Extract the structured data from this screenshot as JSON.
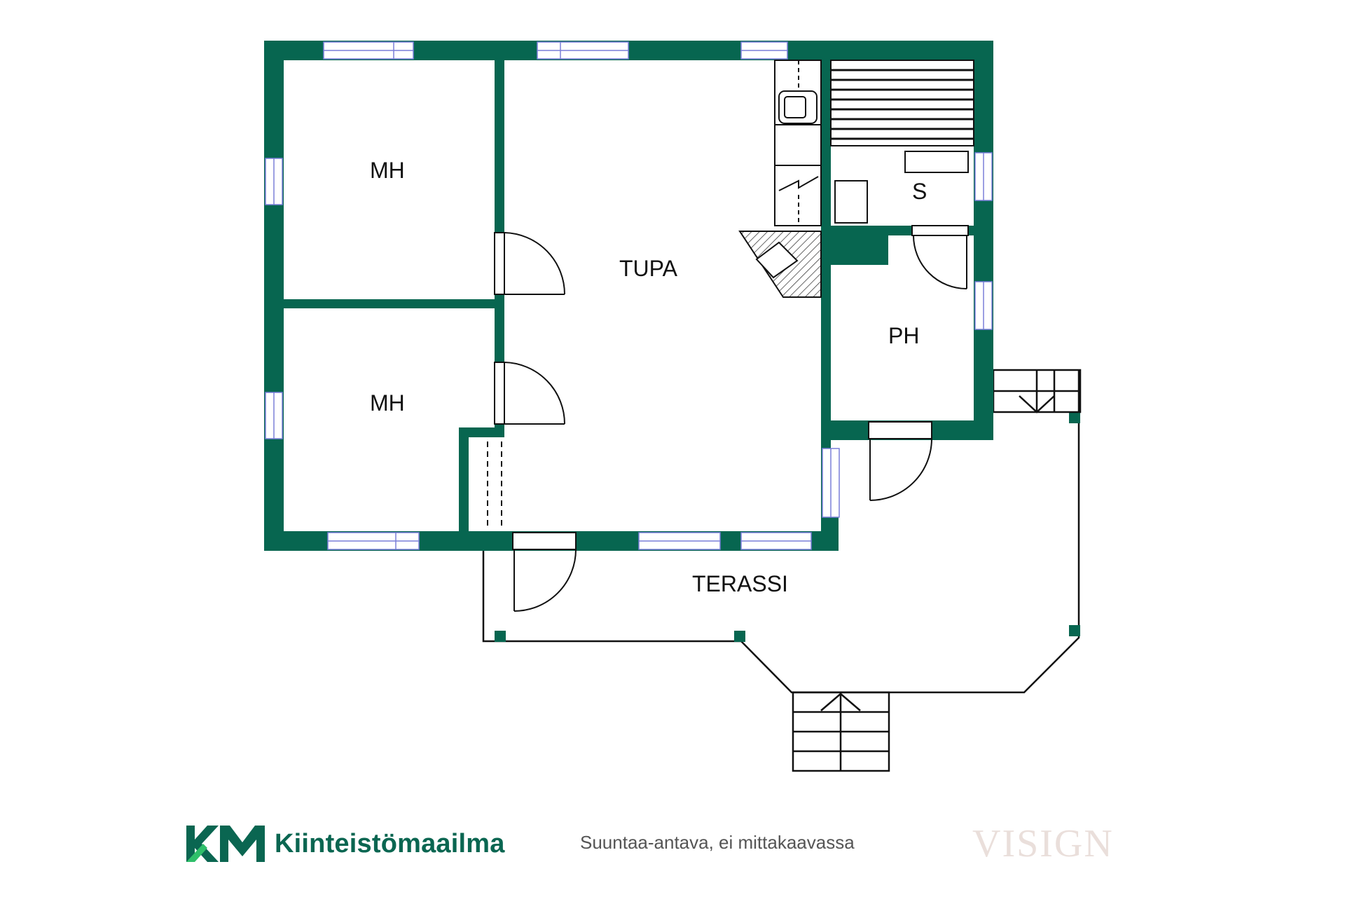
{
  "plan": {
    "rooms": {
      "mh_upper": "MH",
      "mh_lower": "MH",
      "tupa": "TUPA",
      "sauna": "S",
      "ph": "PH",
      "terassi": "TERASSI"
    }
  },
  "footer": {
    "brand_mark": "KM",
    "brand_name": "Kiinteistömaailma",
    "note": "Suuntaa-antava, ei mittakaavassa",
    "watermark": "VISIGN"
  },
  "colors": {
    "wall": "#076650",
    "window": "#7a7fd9",
    "brand_green": "#0a6651",
    "brand_light": "#2fbf6a"
  }
}
